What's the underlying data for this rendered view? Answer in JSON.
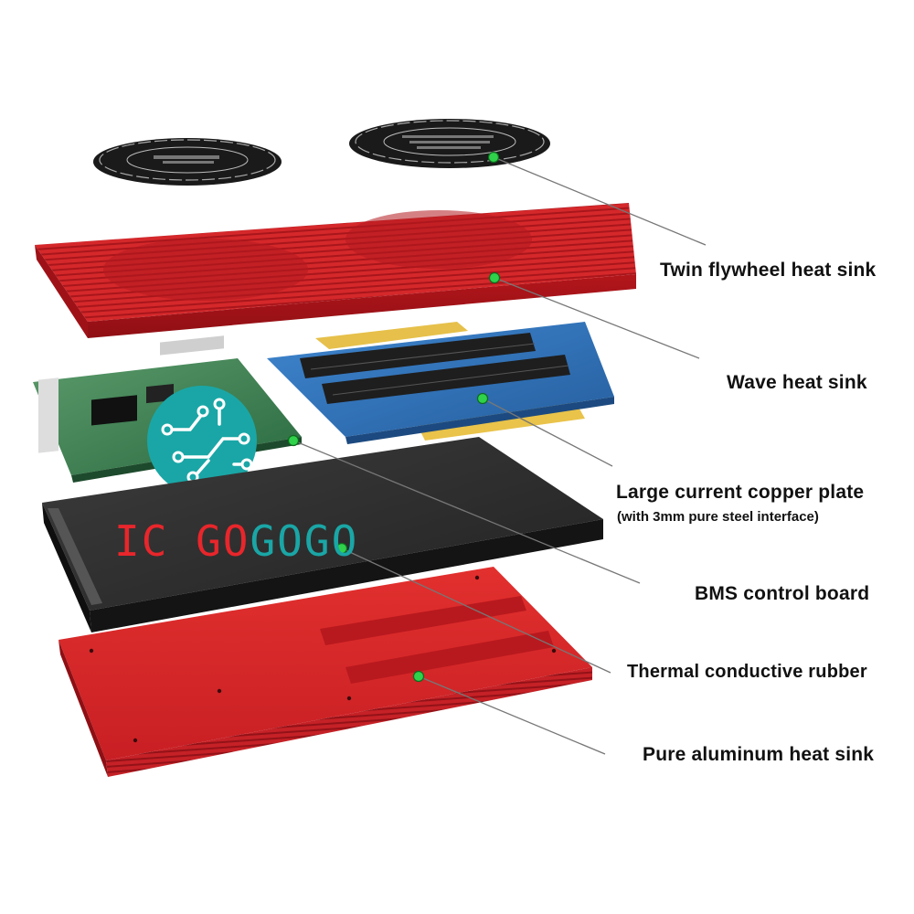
{
  "labels": {
    "twin_flywheel": "Twin flywheel heat sink",
    "wave": "Wave heat sink",
    "copper_plate": "Large current copper plate",
    "copper_plate_note": "(with 3mm pure steel interface)",
    "bms_board": "BMS control board",
    "thermal_rubber": "Thermal conductive rubber",
    "aluminum": "Pure aluminum heat sink"
  },
  "watermark": {
    "text_red_1": "IC ",
    "text_red_2": "GO",
    "text_teal": "GOGO"
  },
  "colors": {
    "heatsink_red": "#d8262b",
    "board_blue": "#2f6fb5",
    "copper_gold": "#e9c34a",
    "pcb_green": "#2f7a4a",
    "rubber_black": "#2a2a2a",
    "marker_green": "#2fd24a",
    "watermark_teal": "#1aa6a6"
  }
}
